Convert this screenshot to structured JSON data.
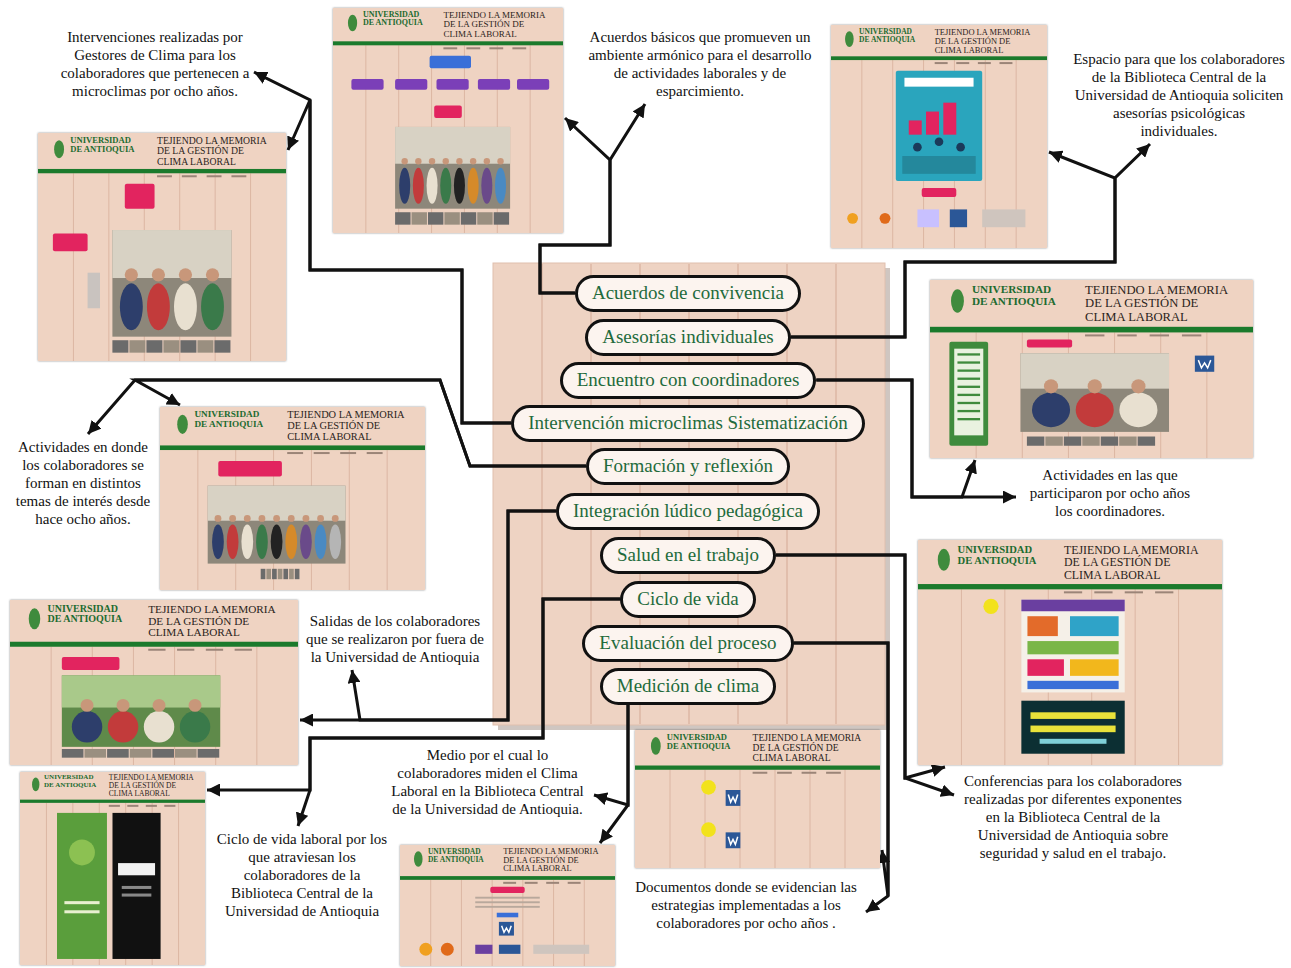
{
  "diagram": {
    "nodes": [
      {
        "text": [
          "Acuerdos de convivencia"
        ]
      },
      {
        "text": [
          "Asesorías individuales"
        ]
      },
      {
        "text": [
          "Encuentro con coordinadores"
        ]
      },
      {
        "text": [
          "Intervención microclimas Sistematización"
        ]
      },
      {
        "text": [
          "Formación y reflexión"
        ]
      },
      {
        "text": [
          "Integración lúdico pedagógica"
        ]
      },
      {
        "text": [
          "Salud en el trabajo"
        ]
      },
      {
        "text": [
          "Ciclo de vida"
        ]
      },
      {
        "text": [
          "Evaluación del proceso"
        ]
      },
      {
        "text": [
          "Medición de clima"
        ]
      },
      {
        "text": [
          "UNIVERSIDAD DE ANTIOQUIA",
          "TEJIENDO LA MEMORIA DE LA GESTIÓN DE CLIMA LABORAL"
        ]
      },
      {
        "text": [
          "Acuerdos básicos que promueven un ambiente armónico para el desarrollo de actividades laborales y de esparcimiento."
        ]
      },
      {
        "text": [
          "UNIVERSIDAD DE ANTIOQUIA",
          "TEJIENDO LA MEMORIA DE LA GESTIÓN DE CLIMA LABORAL"
        ]
      },
      {
        "text": [
          "Espacio para que los colaboradores de la Biblioteca Central de la Universidad de Antioquia soliciten asesorías psicológicas individuales."
        ]
      },
      {
        "text": [
          "UNIVERSIDAD DE ANTIOQUIA",
          "TEJIENDO LA MEMORIA DE LA GESTIÓN DE CLIMA LABORAL"
        ]
      },
      {
        "text": [
          "Actividades en las que participaron por ocho años los coordinadores."
        ]
      },
      {
        "text": [
          "UNIVERSIDAD DE ANTIOQUIA",
          "TEJIENDO LA MEMORIA DE LA GESTIÓN DE CLIMA LABORAL"
        ]
      },
      {
        "text": [
          "Intervenciones realizadas por Gestores de Clima para los colaboradores que pertenecen a microclimas por ocho años."
        ]
      },
      {
        "text": [
          "UNIVERSIDAD DE ANTIOQUIA",
          "TEJIENDO LA MEMORIA DE LA GESTIÓN DE CLIMA LABORAL"
        ]
      },
      {
        "text": [
          "Actividades en donde los colaboradores se forman en distintos temas de interés desde hace ocho años."
        ]
      },
      {
        "text": [
          "UNIVERSIDAD DE ANTIOQUIA",
          "TEJIENDO LA MEMORIA DE LA GESTIÓN DE CLIMA LABORAL"
        ]
      },
      {
        "text": [
          "Salidas de los colaboradores que se realizaron por fuera de la Universidad de Antioquia"
        ]
      },
      {
        "text": [
          "UNIVERSIDAD DE ANTIOQUIA",
          "TEJIENDO LA MEMORIA DE LA GESTIÓN DE CLIMA LABORAL"
        ]
      },
      {
        "text": [
          "Conferencias para los colaboradores realizadas por diferentes exponentes en la Biblioteca Central de la Universidad de Antioquia sobre seguridad y salud en el trabajo."
        ]
      },
      {
        "text": [
          "UNIVERSIDAD DE ANTIOQUIA",
          "TEJIENDO LA MEMORIA DE LA GESTIÓN DE CLIMA LABORAL"
        ]
      },
      {
        "text": [
          "Ciclo de vida laboral por los que atraviesan los colaboradores de la Biblioteca Central de la Universidad de Antioquia"
        ]
      },
      {
        "text": [
          "UNIVERSIDAD DE ANTIOQUIA",
          "TEJIENDO LA MEMORIA DE LA GESTIÓN DE CLIMA LABORAL"
        ]
      },
      {
        "text": [
          "Documentos donde se evidencian las estrategias implementadas a los colaboradores por ocho años ."
        ]
      },
      {
        "text": [
          "UNIVERSIDAD DE ANTIOQUIA",
          "TEJIENDO LA MEMORIA DE LA GESTIÓN DE CLIMA LABORAL"
        ]
      },
      {
        "text": [
          "Medio por el cual lo colaboradores miden el Clima Laboral en la Biblioteca Central de la Universidad de Antioquia."
        ]
      }
    ],
    "edges": [
      {
        "from": 0,
        "to": 10,
        "arrow": "to"
      },
      {
        "from": 0,
        "to": 11,
        "arrow": "to"
      },
      {
        "from": 1,
        "to": 12,
        "arrow": "to"
      },
      {
        "from": 1,
        "to": 13,
        "arrow": "to"
      },
      {
        "from": 2,
        "to": 14,
        "arrow": "to"
      },
      {
        "from": 2,
        "to": 15,
        "arrow": "to"
      },
      {
        "from": 3,
        "to": 16,
        "arrow": "to"
      },
      {
        "from": 3,
        "to": 17,
        "arrow": "to"
      },
      {
        "from": 4,
        "to": 18,
        "arrow": "to"
      },
      {
        "from": 4,
        "to": 19,
        "arrow": "to"
      },
      {
        "from": 5,
        "to": 20,
        "arrow": "to"
      },
      {
        "from": 5,
        "to": 21,
        "arrow": "to"
      },
      {
        "from": 6,
        "to": 22,
        "arrow": "to"
      },
      {
        "from": 6,
        "to": 23,
        "arrow": "to"
      },
      {
        "from": 7,
        "to": 24,
        "arrow": "to"
      },
      {
        "from": 7,
        "to": 25,
        "arrow": "to"
      },
      {
        "from": 8,
        "to": 26,
        "arrow": "to"
      },
      {
        "from": 8,
        "to": 27,
        "arrow": "to"
      },
      {
        "from": 9,
        "to": 28,
        "arrow": "to"
      },
      {
        "from": 9,
        "to": 29,
        "arrow": "to"
      }
    ]
  }
}
